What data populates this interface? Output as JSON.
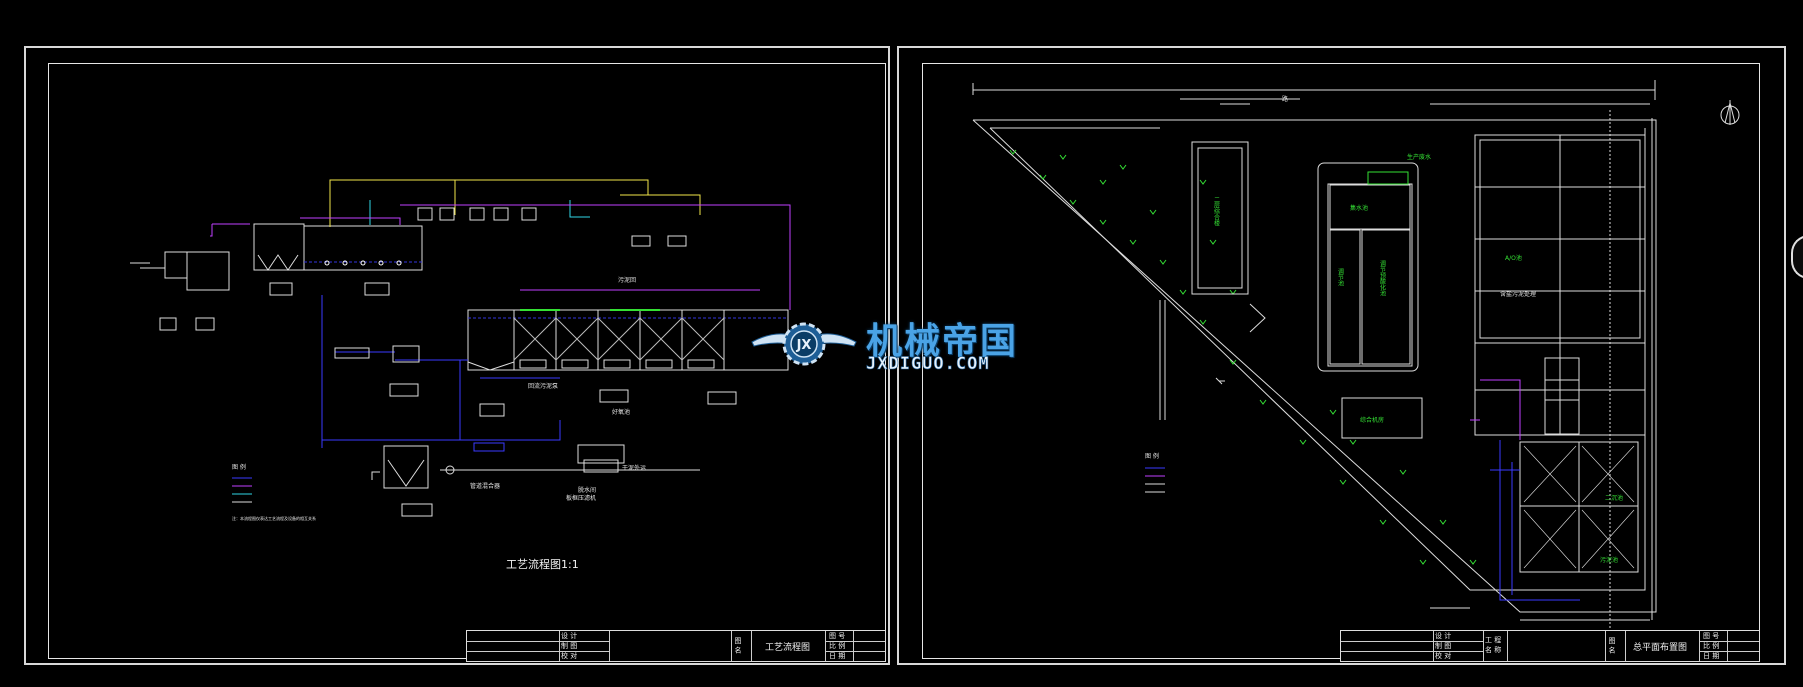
{
  "left_sheet": {
    "caption": "工艺流程图1:1",
    "title_block": {
      "design": "设 计",
      "draw": "制 图",
      "check": "校 对",
      "drawing_name_label": "图 名",
      "drawing_name": "工艺流程图",
      "num_label": "图 号",
      "scale_label": "比 例",
      "date_label": "日 期"
    }
  },
  "right_sheet": {
    "title_block": {
      "design": "设 计",
      "draw": "制 图",
      "check": "校 对",
      "project_label": "工 程 名 称",
      "drawing_name_label": "图 名",
      "drawing_name": "总平面布置图",
      "num_label": "图 号",
      "scale_label": "比 例",
      "date_label": "日 期"
    }
  },
  "watermark": {
    "chinese": "机械帝国",
    "english": "JXDIGUO.COM",
    "logo_letters": "JX"
  },
  "colors": {
    "background": "#000000",
    "frame": "#e6e6e6",
    "blue_pipe": "#3a3aff",
    "purple_pipe": "#c040ff",
    "green_text": "#34e034",
    "cyan": "#30d6e6",
    "yellow": "#f2e64a",
    "watermark_blue": "#4aa3e6"
  }
}
